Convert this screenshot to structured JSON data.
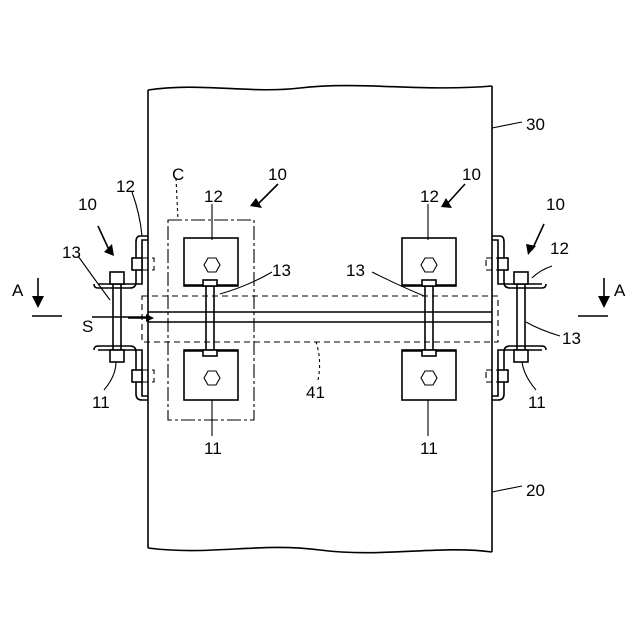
{
  "labels": {
    "panel_upper": "30",
    "panel_lower": "20",
    "coupler_top_left": "10",
    "coupler_top_right": "10",
    "coupler_side_left": "10",
    "coupler_side_right": "10",
    "plate_12_side_left": "12",
    "plate_12_top_left": "12",
    "plate_12_top_right": "12",
    "plate_12_side_right": "12",
    "bolt_13_far_left": "13",
    "bolt_13_inner_left": "13",
    "bolt_13_inner_right": "13",
    "bolt_13_far_right": "13",
    "plate_11_side_left": "11",
    "plate_11_bottom_left": "11",
    "plate_11_bottom_right": "11",
    "plate_11_side_right": "11",
    "detail_c": "C",
    "gap_s": "S",
    "member_41": "41",
    "section_a_left": "A",
    "section_a_right": "A"
  }
}
